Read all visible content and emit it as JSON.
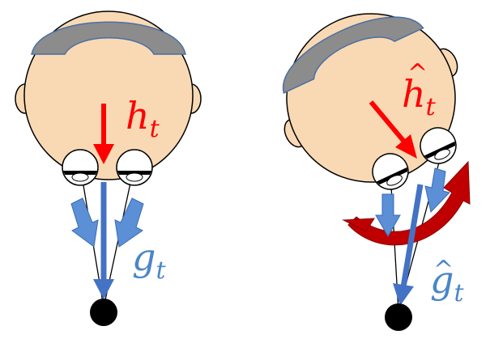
{
  "labels": {
    "left_head_vector": "h",
    "left_head_sub": "t",
    "left_gaze_vector": "g",
    "left_gaze_sub": "t",
    "right_head_vector": "h",
    "right_head_sub": "t",
    "right_gaze_vector": "g",
    "right_gaze_sub": "t",
    "hat": "^"
  },
  "colors": {
    "skin": "#f9d9b4",
    "hair": "#8c8c8c",
    "hair_outline": "#4a6fa5",
    "head_arrow": "#ff0000",
    "gaze_arrow": "#4472c4",
    "eye_arrow": "#5b8fd6",
    "rotation_arrow": "#c00000",
    "outline": "#000000",
    "target": "#000000"
  }
}
